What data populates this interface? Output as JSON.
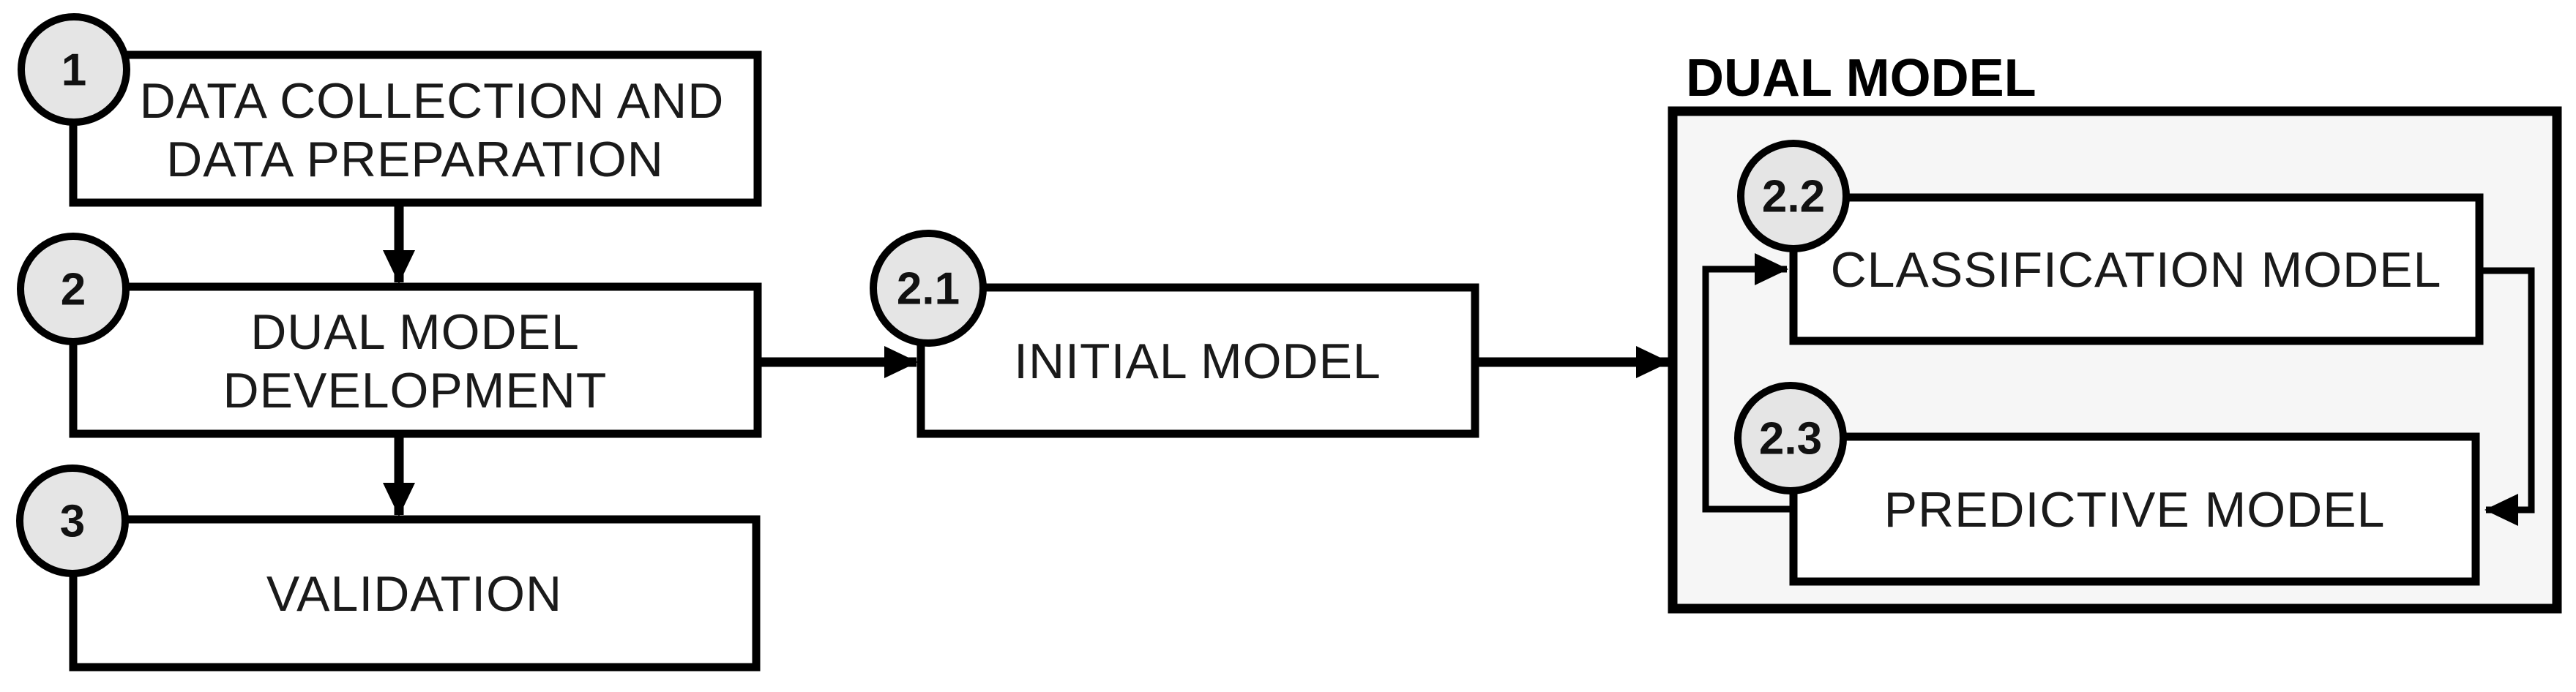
{
  "diagram": {
    "container": {
      "title": "DUAL MODEL"
    },
    "nodes": {
      "step1": {
        "badge": "1",
        "line1": "DATA COLLECTION AND",
        "line2": "DATA PREPARATION"
      },
      "step2": {
        "badge": "2",
        "line1": "DUAL MODEL",
        "line2": "DEVELOPMENT"
      },
      "step3": {
        "badge": "3",
        "line1": "VALIDATION"
      },
      "initial": {
        "badge": "2.1",
        "line1": "INITIAL MODEL"
      },
      "classification": {
        "badge": "2.2",
        "line1": "CLASSIFICATION MODEL"
      },
      "predictive": {
        "badge": "2.3",
        "line1": "PREDICTIVE MODEL"
      }
    },
    "edges": [
      {
        "from": "step1",
        "to": "step2"
      },
      {
        "from": "step2",
        "to": "step3"
      },
      {
        "from": "step2",
        "to": "initial"
      },
      {
        "from": "initial",
        "to": "dual-model-container"
      },
      {
        "from": "predictive",
        "to": "classification"
      },
      {
        "from": "classification",
        "to": "predictive"
      }
    ],
    "colors": {
      "line": "#000000",
      "box_fill": "#ffffff",
      "badge_fill": "#e5e5e5",
      "container_fill": "#f6f6f6",
      "text": "#1a1a1a"
    }
  }
}
